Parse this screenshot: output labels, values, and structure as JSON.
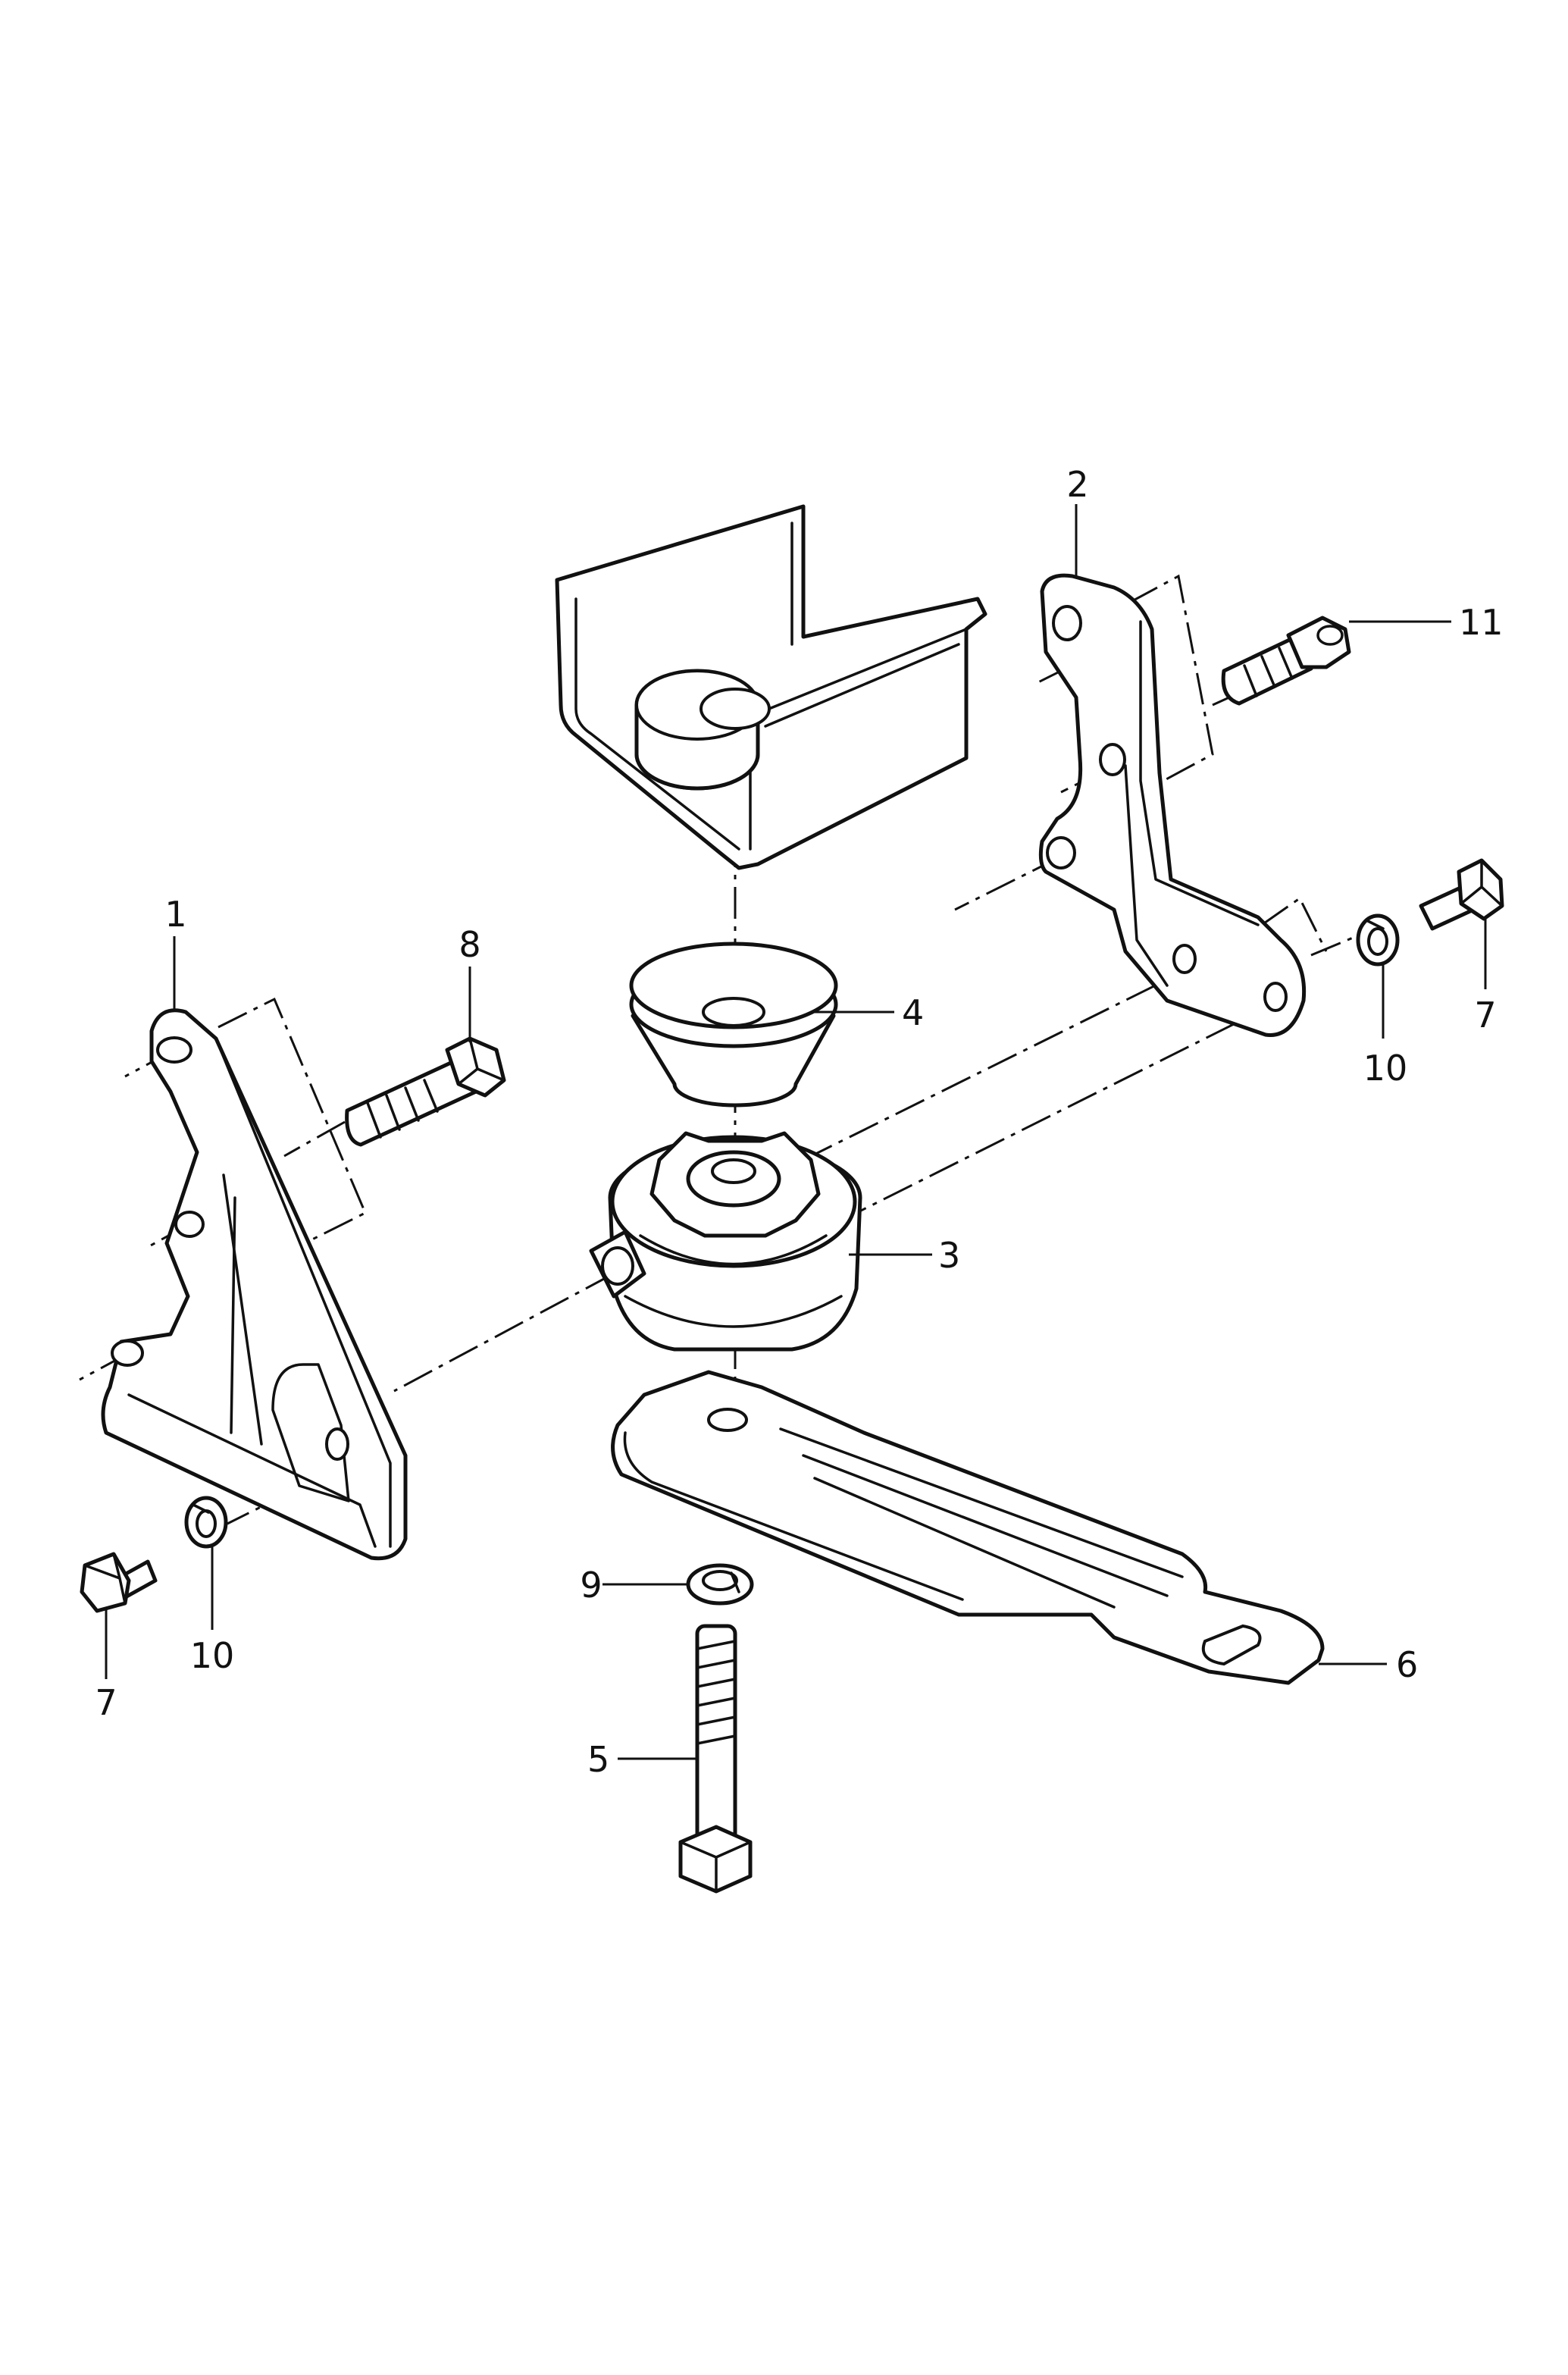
{
  "callouts": [
    {
      "id": "1",
      "label": "1"
    },
    {
      "id": "2",
      "label": "2"
    },
    {
      "id": "3",
      "label": "3"
    },
    {
      "id": "4",
      "label": "4"
    },
    {
      "id": "5",
      "label": "5"
    },
    {
      "id": "6",
      "label": "6"
    },
    {
      "id": "7a",
      "label": "7"
    },
    {
      "id": "7b",
      "label": "7"
    },
    {
      "id": "8",
      "label": "8"
    },
    {
      "id": "9",
      "label": "9"
    },
    {
      "id": "10a",
      "label": "10"
    },
    {
      "id": "10b",
      "label": "10"
    },
    {
      "id": "11",
      "label": "11"
    }
  ],
  "colors": {
    "line": "#111111",
    "background": "#ffffff"
  }
}
